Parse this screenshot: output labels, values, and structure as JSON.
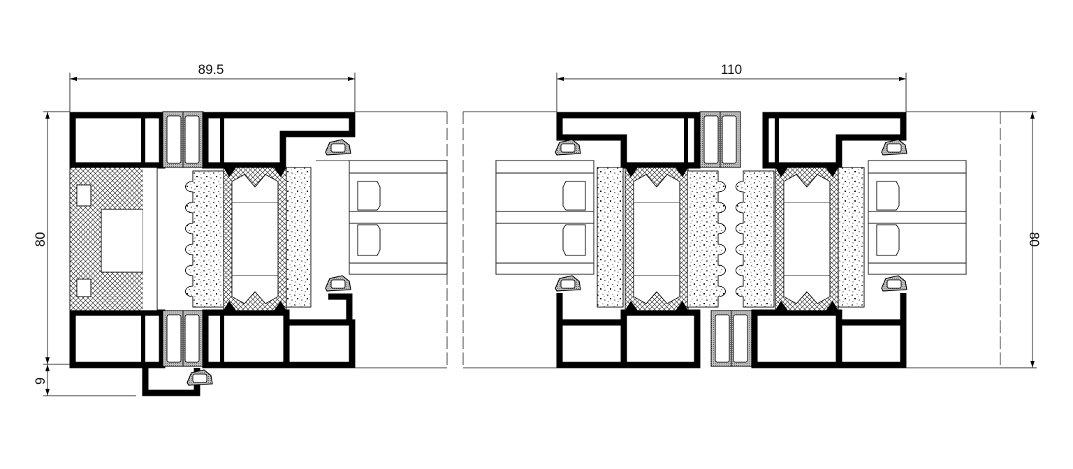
{
  "dimensions": {
    "left_width": "89.5",
    "right_width": "110",
    "left_height": "80",
    "right_height": "80",
    "bottom_step": "9"
  },
  "colors": {
    "profile": "#000000",
    "background": "#ffffff",
    "gasket": "#9a9a9a"
  }
}
